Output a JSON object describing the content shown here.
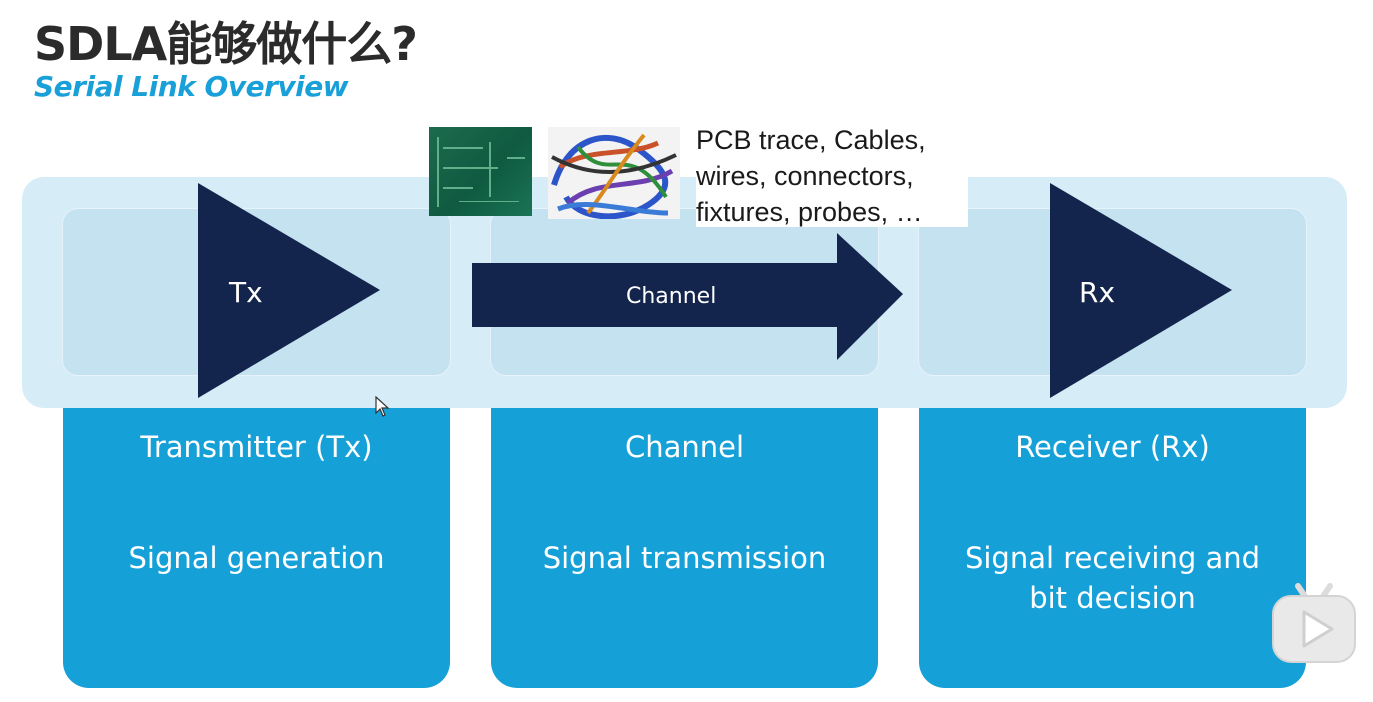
{
  "slide": {
    "title": "SDLA能够做什么?",
    "subtitle": "Serial Link Overview"
  },
  "diagram": {
    "shapes": {
      "tx_label": "Tx",
      "channel_label": "Channel",
      "rx_label": "Rx"
    },
    "channel_media": {
      "lines": [
        "PCB trace, Cables,",
        "wires, connectors,",
        "fixtures, probes, …"
      ]
    },
    "blocks": [
      {
        "name": "Transmitter (Tx)",
        "description": "Signal generation"
      },
      {
        "name": "Channel",
        "description": "Signal transmission"
      },
      {
        "name": "Receiver (Rx)",
        "description_lines": [
          "Signal receiving and",
          "bit decision"
        ]
      }
    ]
  },
  "colors": {
    "title": "#2b2b2b",
    "accent": "#1aa0d8",
    "block_fill": "#16a0d8",
    "band": "#d6ecf6",
    "shape_navy": "#14254d"
  },
  "icons": {
    "cursor": "mouse-pointer-icon",
    "player": "tv-play-logo-icon"
  }
}
